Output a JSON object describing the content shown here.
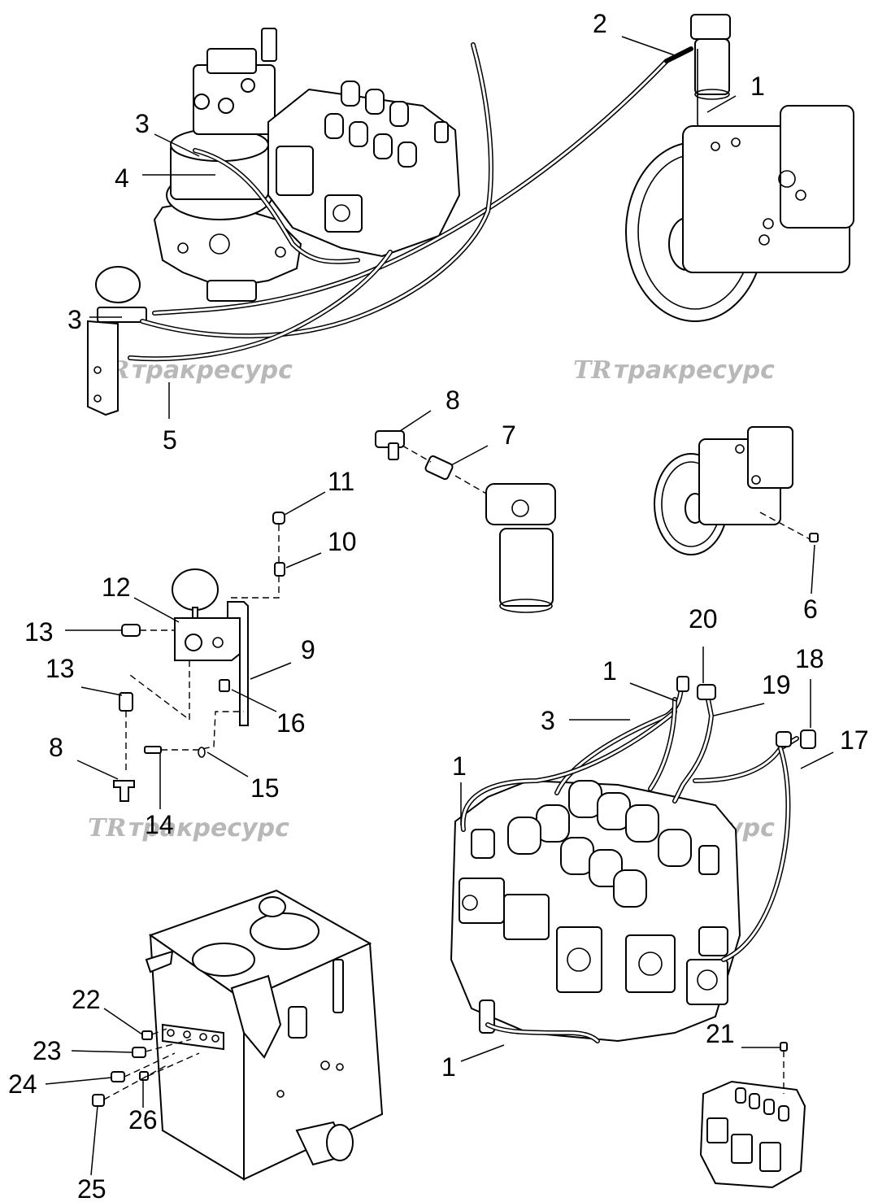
{
  "watermark": {
    "logo": "TR",
    "text": "тракресурс"
  },
  "callouts": {
    "c1_top": "1",
    "c2": "2",
    "c3_top": "3",
    "c4": "4",
    "c3_left": "3",
    "c5": "5",
    "c8_top": "8",
    "c7": "7",
    "c11": "11",
    "c10": "10",
    "c6": "6",
    "c12": "12",
    "c13_a": "13",
    "c13_b": "13",
    "c9": "9",
    "c16": "16",
    "c8_bottom": "8",
    "c15": "15",
    "c14": "14",
    "c20": "20",
    "c18": "18",
    "c1_mid": "1",
    "c19": "19",
    "c3_mid": "3",
    "c17": "17",
    "c1_left": "1",
    "c1_bottom": "1",
    "c22": "22",
    "c23": "23",
    "c24": "24",
    "c25": "25",
    "c26": "26",
    "c21": "21"
  }
}
